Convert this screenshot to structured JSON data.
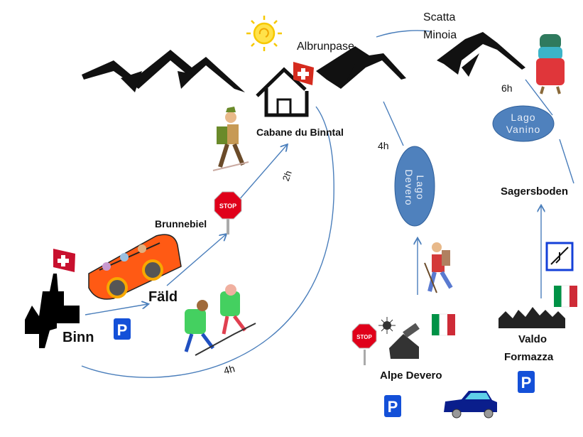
{
  "places": {
    "albrunpass": "Albrunpase",
    "scatta_line1": "Scatta",
    "scatta_line2": "Minoia",
    "cabane": "Cabane du Binntal",
    "brunnebiel": "Brunnebiel",
    "binn": "Binn",
    "faeld": "Fäld",
    "alpe_devero": "Alpe Devero",
    "sagersboden": "Sagersboden",
    "valdo": "Valdo",
    "formazza": "Formazza"
  },
  "lakes": {
    "devero_line1": "Lago",
    "devero_line2": "Devero",
    "vanino_line1": "Lago",
    "vanino_line2": "Vanino"
  },
  "durations": {
    "brunnebiel_cabane": "2h",
    "binn_loop": "4h",
    "albrun_devero": "4h",
    "minoia_vanino": "6h"
  },
  "signs": {
    "stop": "STOP",
    "parking": "P"
  },
  "colors": {
    "route": "#4a7ebb",
    "lake": "#4f81bd",
    "parking": "#1450d8",
    "stop": "#e0001a"
  }
}
